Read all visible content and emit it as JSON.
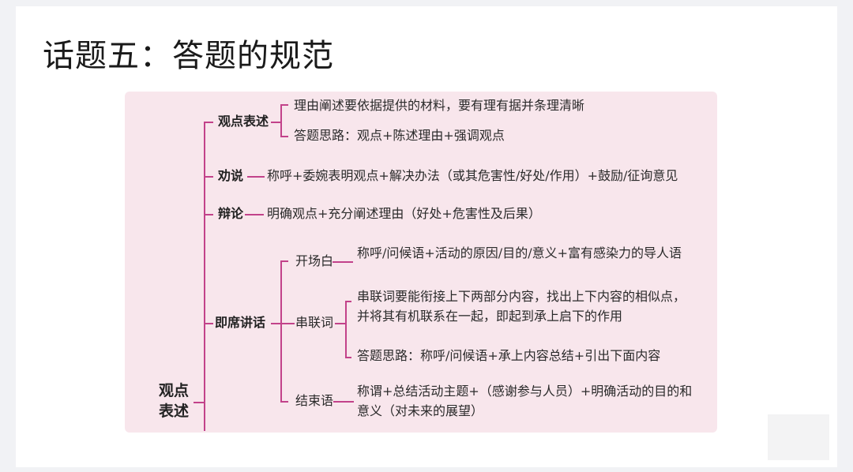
{
  "title": "话题五：答题的规范",
  "colors": {
    "background": "#f1f2f5",
    "slide": "#ffffff",
    "panel": "#f8e6ec",
    "bracket": "#c2428a",
    "text": "#2a2a2a"
  },
  "diagram": {
    "root": {
      "line1": "观点",
      "line2": "表述"
    },
    "branches": [
      {
        "label": "观点表述",
        "children": [
          "理由阐述要依据提供的材料，要有理有据并条理清晰",
          "答题思路：观点+陈述理由+强调观点"
        ]
      },
      {
        "label": "劝说",
        "text": "称呼+委婉表明观点+解决办法（或其危害性/好处/作用）+鼓励/征询意见"
      },
      {
        "label": "辩论",
        "text": "明确观点+充分阐述理由（好处+危害性及后果）"
      },
      {
        "label": "即席讲话",
        "children": [
          {
            "label": "开场白",
            "text": "称呼/问候语+活动的原因/目的/意义+富有感染力的导人语"
          },
          {
            "label": "串联词",
            "children": [
              {
                "line1": "串联词要能衔接上下两部分内容，找出上下内容的相似点，",
                "line2": "并将其有机联系在一起，即起到承上启下的作用"
              },
              {
                "line1": "答题思路：称呼/问候语+承上内容总结+引出下面内容"
              }
            ]
          },
          {
            "label": "结束语",
            "line1": "称谓+总结活动主题+（感谢参与人员）+明确活动的目的和",
            "line2": "意义（对未来的展望）"
          }
        ]
      }
    ]
  }
}
